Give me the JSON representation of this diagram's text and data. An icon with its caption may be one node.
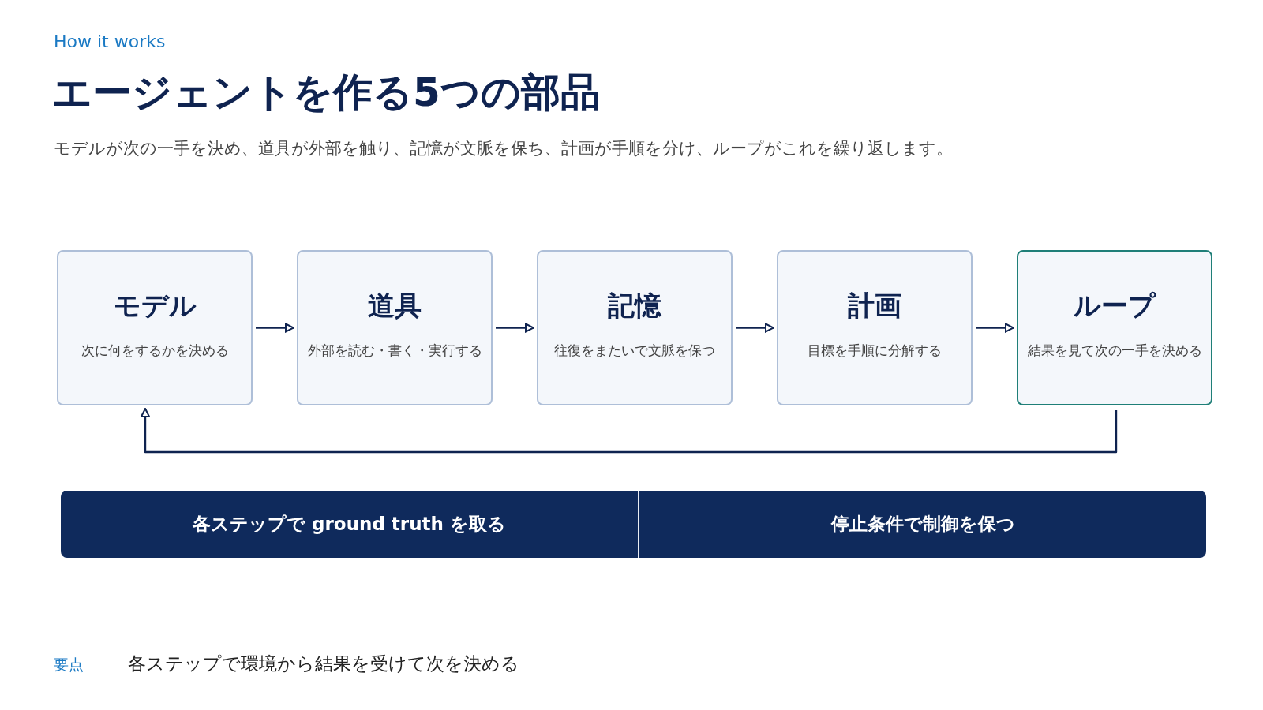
{
  "diagram": {
    "title": "エージェントを作る5つの部品",
    "nodes": [
      {
        "text": [
          "モデル",
          "次に何をするかを決める"
        ]
      },
      {
        "text": [
          "道具",
          "外部を読む・書く・実行する"
        ]
      },
      {
        "text": [
          "記憶",
          "往復をまたいで文脈を保つ"
        ]
      },
      {
        "text": [
          "計画",
          "目標を手順に分解する"
        ]
      },
      {
        "text": [
          "ループ",
          "結果を見て次の一手を決める"
        ]
      },
      {
        "text": [
          "各ステップで ground truth を取る"
        ]
      },
      {
        "text": [
          "停止条件で制御を保つ"
        ]
      }
    ],
    "edges": [
      {
        "from": 0,
        "to": 1,
        "arrow": "to"
      },
      {
        "from": 1,
        "to": 2,
        "arrow": "to"
      },
      {
        "from": 2,
        "to": 3,
        "arrow": "to"
      },
      {
        "from": 3,
        "to": 4,
        "arrow": "to"
      },
      {
        "from": 4,
        "to": 0,
        "arrow": "to"
      }
    ],
    "labels": [
      "How it works",
      "モデルが次の一手を決め、道具が外部を触り、記憶が文脈を保ち、計画が手順を分け、ループがこれを繰り返します。",
      "要点",
      "各ステップで環境から結果を受けて次を決める"
    ]
  }
}
